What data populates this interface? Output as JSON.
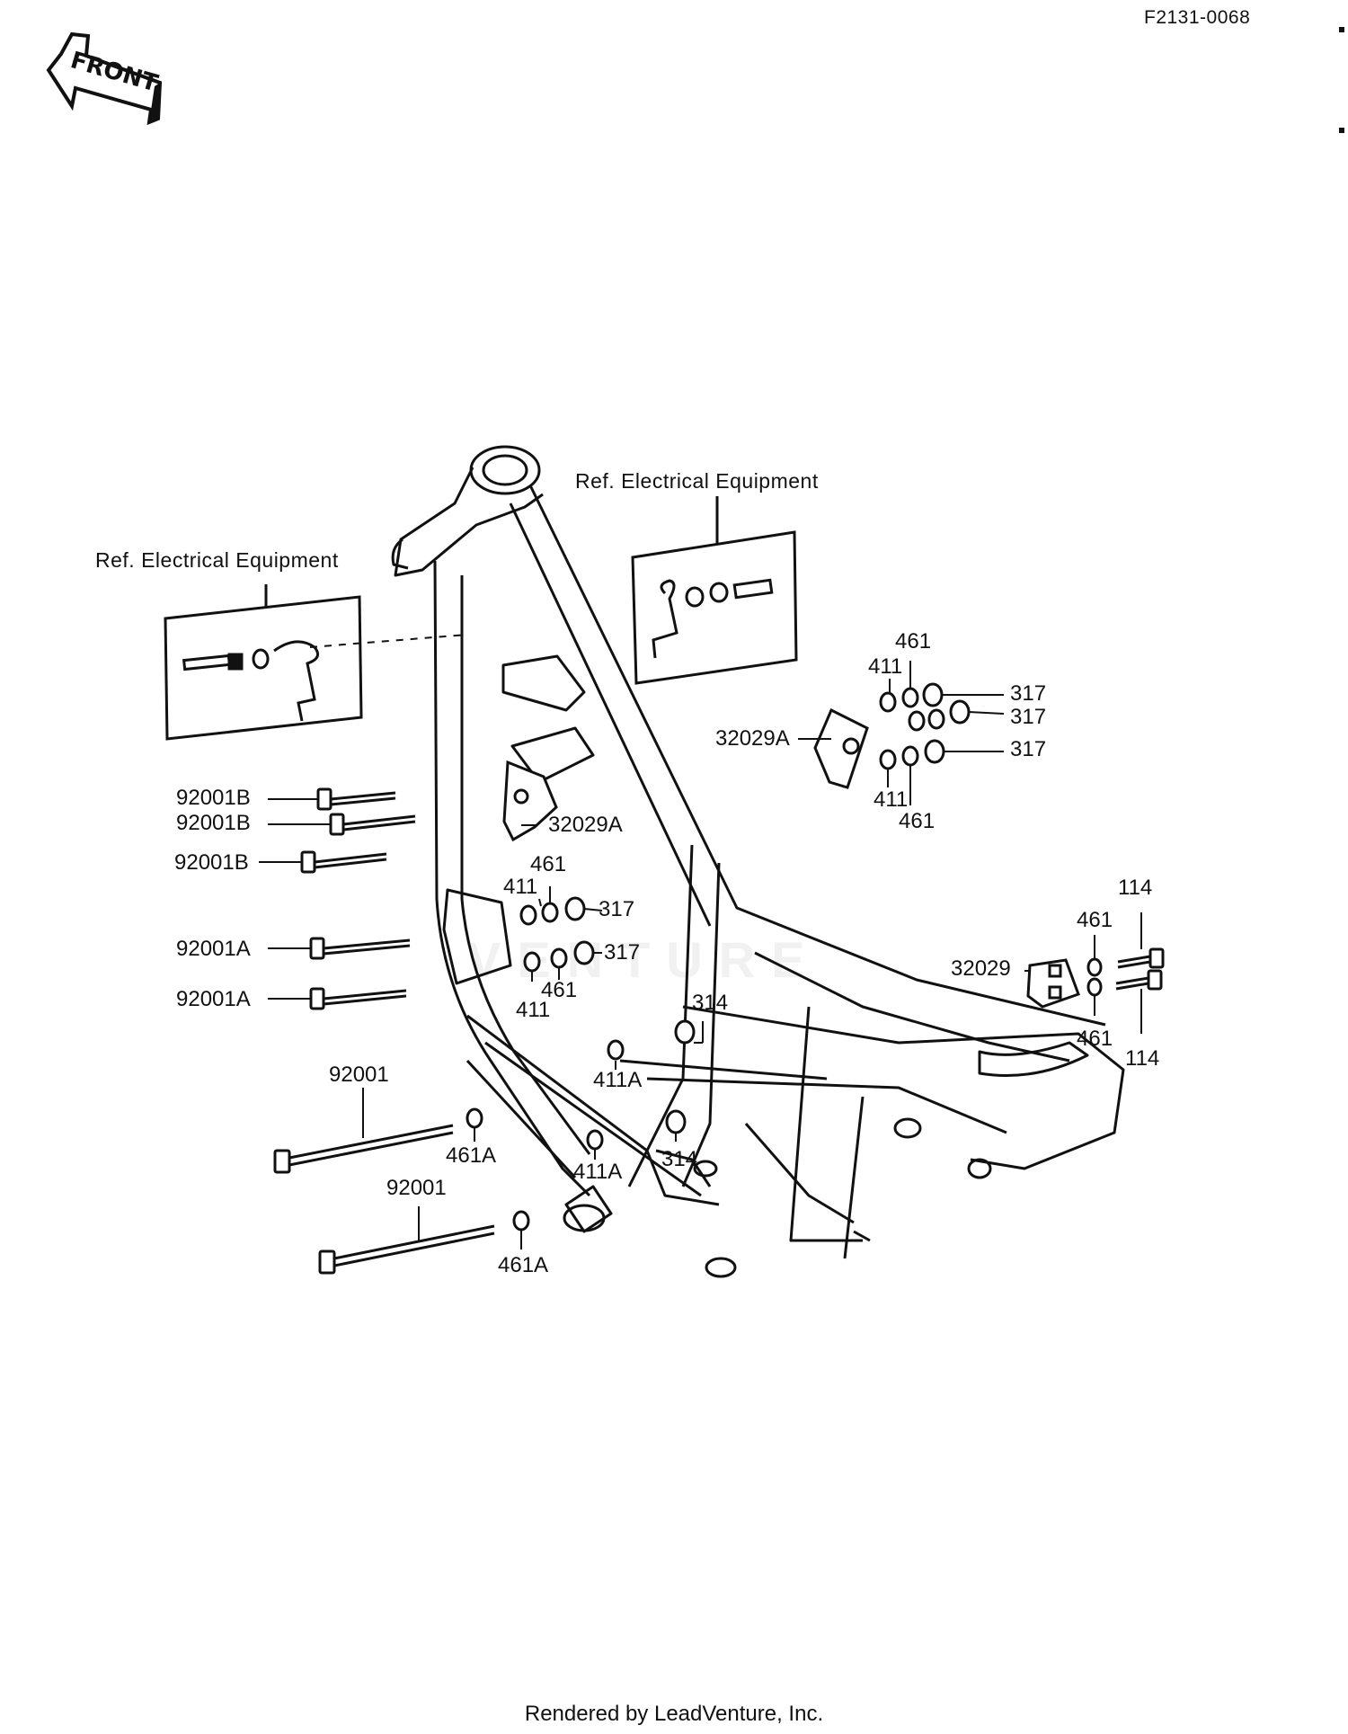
{
  "drawing_code": "F2131-0068",
  "front_arrow_label": "FRONT",
  "footer_credit": "Rendered by LeadVenture, Inc.",
  "watermark": "VENTURE",
  "ref_labels": {
    "left": "Ref.  Electrical Equipment",
    "right": "Ref.  Electrical Equipment"
  },
  "part_labels": {
    "p461_top": "461",
    "p411_top": "411",
    "p317_a": "317",
    "p317_b": "317",
    "p317_c": "317",
    "p32029A_right": "32029A",
    "p411_rb": "411",
    "p461_rb": "461",
    "p92001B_1": "92001B",
    "p92001B_2": "92001B",
    "p92001B_3": "92001B",
    "p32029A_mid": "32029A",
    "p461_mid": "461",
    "p411_mid": "411",
    "p317_mid1": "317",
    "p317_mid2": "317",
    "p461_mid2": "461",
    "p411_mid2": "411",
    "p92001A_1": "92001A",
    "p92001A_2": "92001A",
    "p314_top": "314",
    "p114_top": "114",
    "p461_fr_top": "461",
    "p32029": "32029",
    "p461_fr_bot": "461",
    "p114_bot": "114",
    "p92001_1": "92001",
    "p461A_1": "461A",
    "p411A_1": "411A",
    "p411A_2": "411A",
    "p314_bot": "314",
    "p92001_2": "92001",
    "p461A_2": "461A"
  }
}
